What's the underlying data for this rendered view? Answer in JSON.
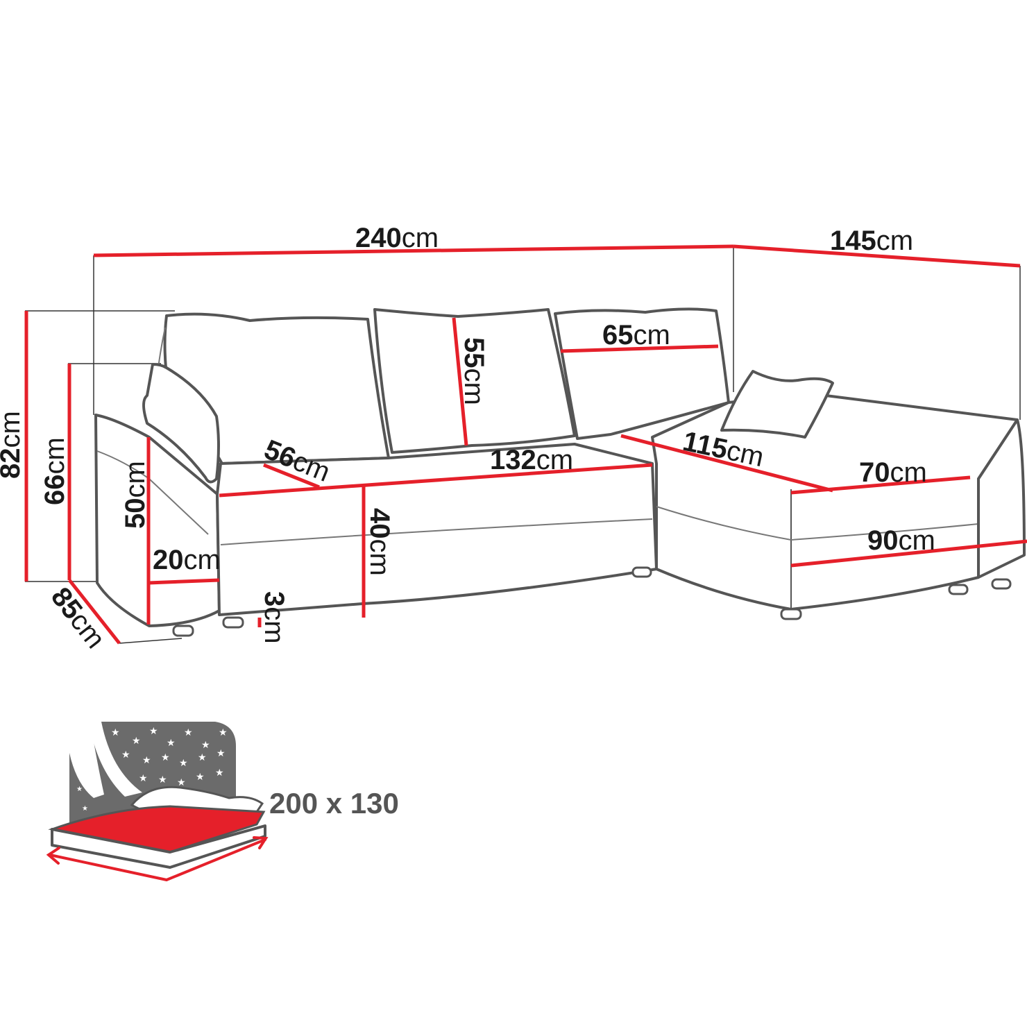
{
  "colors": {
    "dimension_line": "#e5202a",
    "outline": "#555555",
    "bed_mattress": "#e5202a",
    "night_sky": "#6b6b6b"
  },
  "dimensions": {
    "total_width": {
      "num": "240",
      "unit": "cm"
    },
    "chaise_length": {
      "num": "145",
      "unit": "cm"
    },
    "total_height": {
      "num": "82",
      "unit": "cm"
    },
    "armrest_height": {
      "num": "66",
      "unit": "cm"
    },
    "armrest_side_height": {
      "num": "50",
      "unit": "cm"
    },
    "armrest_width": {
      "num": "20",
      "unit": "cm"
    },
    "total_depth": {
      "num": "85",
      "unit": "cm"
    },
    "leg_height": {
      "num": "3",
      "unit": "cm"
    },
    "seat_depth": {
      "num": "56",
      "unit": "cm"
    },
    "seat_width": {
      "num": "132",
      "unit": "cm"
    },
    "seat_height": {
      "num": "40",
      "unit": "cm"
    },
    "cushion_height": {
      "num": "55",
      "unit": "cm"
    },
    "cushion_width": {
      "num": "65",
      "unit": "cm"
    },
    "chaise_seat_length": {
      "num": "115",
      "unit": "cm"
    },
    "chaise_seat_width": {
      "num": "70",
      "unit": "cm"
    },
    "chaise_width": {
      "num": "90",
      "unit": "cm"
    }
  },
  "bed": {
    "size_label": "200 x 130",
    "icons": [
      "moon-icon",
      "star-icon"
    ]
  }
}
